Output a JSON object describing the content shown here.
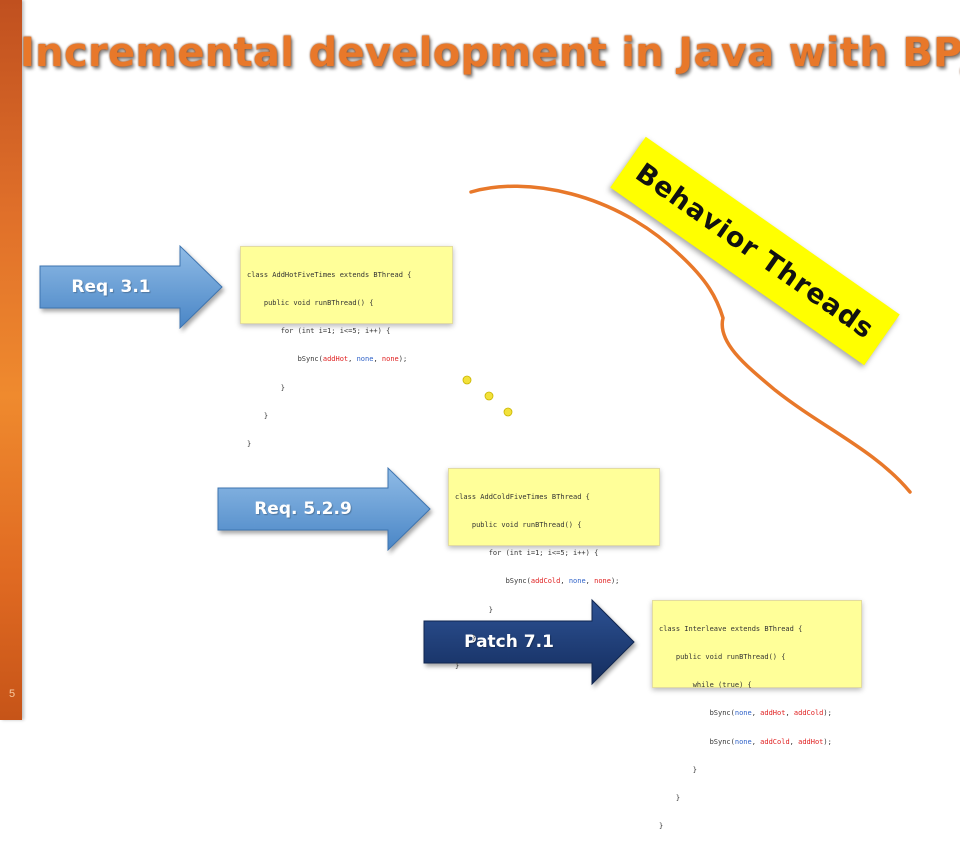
{
  "slide": {
    "title": "Incremental development in Java with BPJ",
    "number": "5"
  },
  "banner": {
    "text": "Behavior Threads"
  },
  "arrows": [
    {
      "label": "Req. 3.1",
      "color": "#5b9bd5"
    },
    {
      "label": "Req. 5.2.9",
      "color": "#5b9bd5"
    },
    {
      "label": "Patch 7.1",
      "color": "#1f3f7a"
    }
  ],
  "code_blocks": [
    {
      "lines": [
        "class AddHotFiveTimes extends BThread {",
        "    public void runBThread() {",
        "        for (int i=1; i<=5; i++) {",
        "            bSync(addHot, none, none);",
        "        }",
        "    }",
        "}"
      ]
    },
    {
      "lines": [
        "class AddColdFiveTimes BThread {",
        "    public void runBThread() {",
        "        for (int i=1; i<=5; i++) {",
        "            bSync(addCold, none, none);",
        "        }",
        "    }",
        "}"
      ]
    },
    {
      "lines": [
        "class Interleave extends BThread {",
        "    public void runBThread() {",
        "        while (true) {",
        "            bSync(none, addHot, addCold);",
        "            bSync(none, addCold, addHot);",
        "        }",
        "    }",
        "}"
      ]
    }
  ],
  "colors": {
    "title": "#e8782a",
    "code_background": "#ffff99",
    "brace": "#e8782a",
    "dots": "#f2e13a"
  }
}
